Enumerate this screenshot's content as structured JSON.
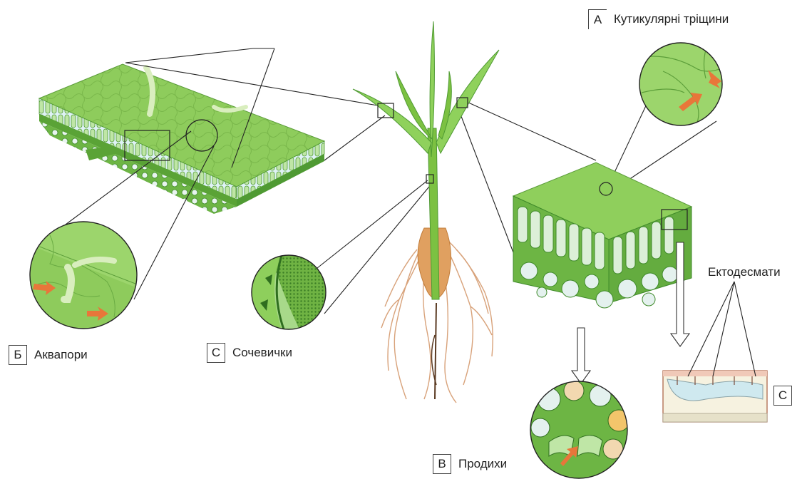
{
  "labels": {
    "a": {
      "letter": "А",
      "text": "Кутикулярні тріщини"
    },
    "b": {
      "letter": "Б",
      "text": "Аквапори"
    },
    "c_left": {
      "letter": "С",
      "text": "Сочевички"
    },
    "v": {
      "letter": "В",
      "text": "Продихи"
    },
    "c_right": {
      "letter": "С"
    },
    "ectodesmata": "Ектодесмати"
  },
  "colors": {
    "leaf_top": "#8fce5a",
    "leaf_dark": "#5aa336",
    "stem": "#7cc142",
    "root": "#e0a060",
    "arrow": "#e8763a",
    "line": "#222222"
  }
}
